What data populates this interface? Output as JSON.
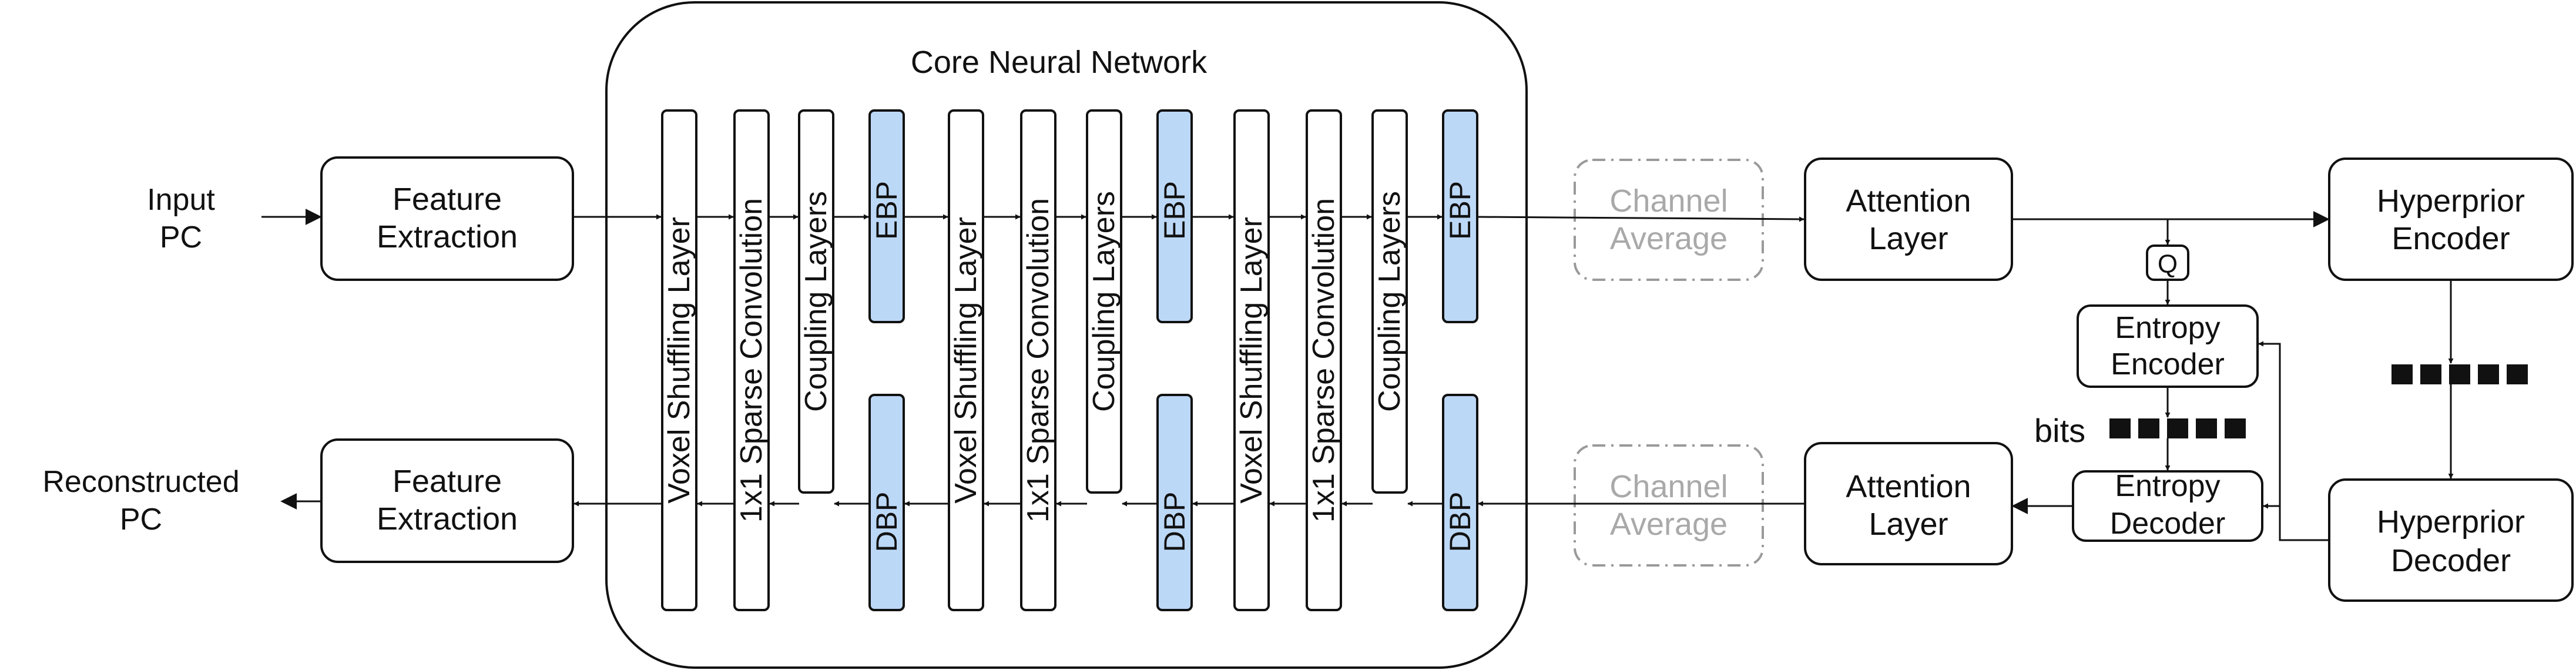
{
  "input": {
    "line1": "Input",
    "line2": "PC"
  },
  "output": {
    "line1": "Reconstructed",
    "line2": "PC"
  },
  "feature_extraction_top": {
    "line1": "Feature",
    "line2": "Extraction"
  },
  "feature_extraction_bottom": {
    "line1": "Feature",
    "line2": "Extraction"
  },
  "core": {
    "title": "Core Neural Network",
    "voxel_shuffling": "Voxel Shuffling Layer",
    "sparse_conv": "1x1 Sparse Convolution",
    "coupling": "Coupling Layers",
    "ebp": "EBP",
    "dbp": "DBP",
    "ebp_color": "#bcd8f7",
    "dbp_color": "#bcd8f7"
  },
  "channel_average_top": {
    "line1": "Channel",
    "line2": "Average"
  },
  "channel_average_bottom": {
    "line1": "Channel",
    "line2": "Average"
  },
  "attention_top": {
    "line1": "Attention",
    "line2": "Layer"
  },
  "attention_bottom": {
    "line1": "Attention",
    "line2": "Layer"
  },
  "quantizer": "Q",
  "entropy_encoder": {
    "line1": "Entropy",
    "line2": "Encoder"
  },
  "entropy_decoder": {
    "line1": "Entropy",
    "line2": "Decoder"
  },
  "bits_label": "bits",
  "hyperprior_encoder": {
    "line1": "Hyperprior",
    "line2": "Encoder"
  },
  "hyperprior_decoder": {
    "line1": "Hyperprior",
    "line2": "Decoder"
  }
}
